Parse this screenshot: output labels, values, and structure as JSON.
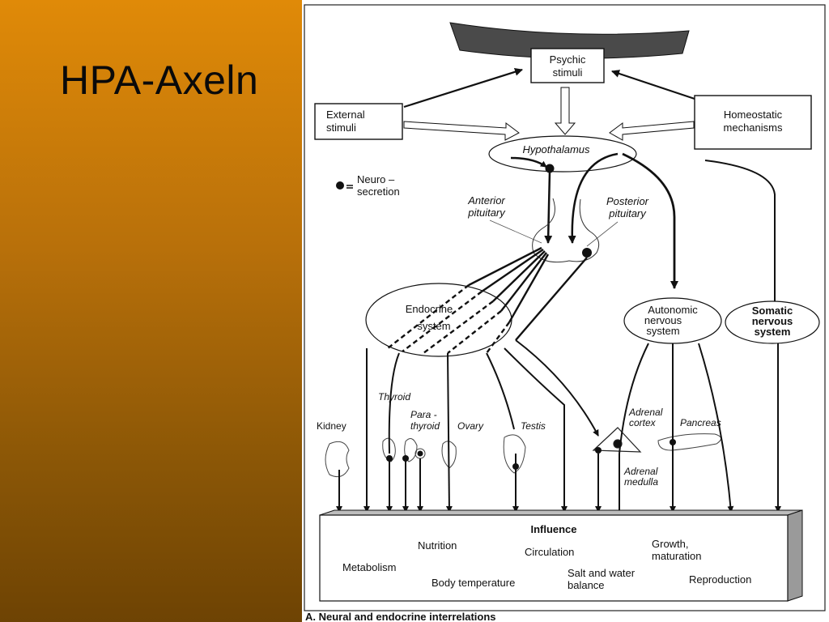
{
  "slide": {
    "title": "HPA-Axeln"
  },
  "diagram": {
    "caption": "A. Neural and endocrine interrelations",
    "stimuli": {
      "psychic": [
        "Psychic",
        "stimuli"
      ],
      "external": [
        "External",
        "stimuli"
      ],
      "homeostatic": [
        "Homeostatic",
        "mechanisms"
      ]
    },
    "hypothalamus": "Hypothalamus",
    "legend": [
      "Neuro –",
      "secretion"
    ],
    "pituitary": {
      "anterior": [
        "Anterior",
        "pituitary"
      ],
      "posterior": [
        "Posterior",
        "pituitary"
      ]
    },
    "systems": {
      "endocrine": [
        "Endocrine",
        "system"
      ],
      "autonomic": [
        "Autonomic",
        "nervous",
        "system"
      ],
      "somatic": [
        "Somatic",
        "nervous",
        "system"
      ]
    },
    "organs": {
      "kidney": "Kidney",
      "thyroid": "Thyroid",
      "parathyroid": [
        "Para -",
        "thyroid"
      ],
      "ovary": "Ovary",
      "testis": "Testis",
      "adrenal_cortex": [
        "Adrenal",
        "cortex"
      ],
      "adrenal_medulla": [
        "Adrenal",
        "medulla"
      ],
      "pancreas": "Pancreas"
    },
    "influence": {
      "heading": "Influence",
      "items": {
        "nutrition": "Nutrition",
        "circulation": "Circulation",
        "growth": [
          "Growth,",
          "maturation"
        ],
        "metabolism": "Metabolism",
        "body_temperature": "Body temperature",
        "salt_water": [
          "Salt and water",
          "balance"
        ],
        "reproduction": "Reproduction"
      }
    }
  }
}
